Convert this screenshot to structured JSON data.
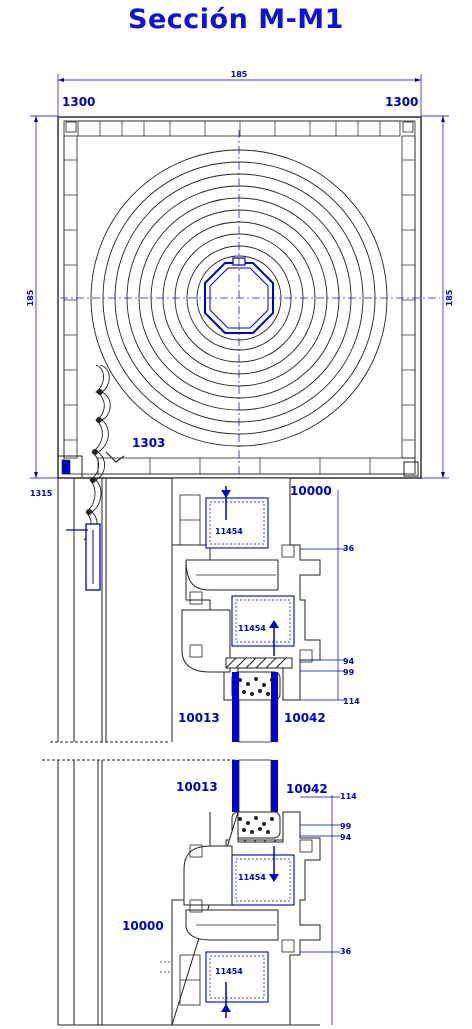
{
  "title": "Sección M-M1",
  "top_dimension": "185",
  "left_dimension": "185",
  "right_dimension": "185",
  "labels": {
    "box_left": "1300",
    "box_right": "1300",
    "guide": "1303",
    "lower_side": "1315",
    "frame_top": "10000",
    "frame_bottom": "10000",
    "reinforcement_1": "11454",
    "reinforcement_2": "11454",
    "reinforcement_3": "11454",
    "reinforcement_4": "11454",
    "bead_left_top": "10013",
    "bead_right_top": "10042",
    "bead_left_bottom": "10013",
    "bead_right_bottom": "10042"
  },
  "dims": {
    "d36_top": "36",
    "d94_top": "94",
    "d99_top": "99",
    "d114_top": "114",
    "d114_bottom": "114",
    "d99_bottom": "99",
    "d94_bottom": "94",
    "d36_bottom": "36"
  },
  "colors": {
    "title": "#1010d8",
    "glass": "#0000d0",
    "dimension": "#0000c0"
  }
}
